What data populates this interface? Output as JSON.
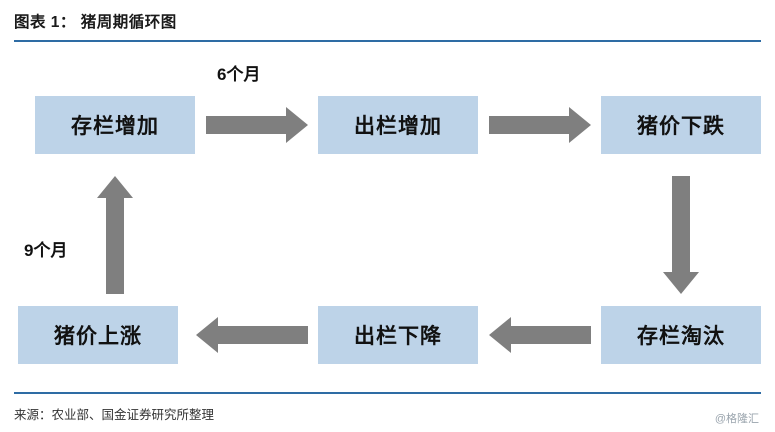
{
  "header": {
    "title": "图表 1： 猪周期循环图"
  },
  "footer": {
    "source": "来源：农业部、国金证券研究所整理",
    "watermark": "@格隆汇"
  },
  "colors": {
    "node_fill": "#bdd3e8",
    "arrow": "#7f7f7f",
    "rule": "#2e6ca4",
    "text": "#111111"
  },
  "diagram": {
    "type": "cycle-flowchart",
    "nodes": [
      {
        "id": "stock-up",
        "label": "存栏增加"
      },
      {
        "id": "slaughter-up",
        "label": "出栏增加"
      },
      {
        "id": "price-down",
        "label": "猪价下跌"
      },
      {
        "id": "stock-cull",
        "label": "存栏淘汰"
      },
      {
        "id": "slaughter-down",
        "label": "出栏下降"
      },
      {
        "id": "price-up",
        "label": "猪价上涨"
      }
    ],
    "edges": [
      {
        "from": "stock-up",
        "to": "slaughter-up",
        "direction": "right",
        "label": "6个月"
      },
      {
        "from": "slaughter-up",
        "to": "price-down",
        "direction": "right",
        "label": ""
      },
      {
        "from": "price-down",
        "to": "stock-cull",
        "direction": "down",
        "label": ""
      },
      {
        "from": "stock-cull",
        "to": "slaughter-down",
        "direction": "left",
        "label": ""
      },
      {
        "from": "slaughter-down",
        "to": "price-up",
        "direction": "left",
        "label": ""
      },
      {
        "from": "price-up",
        "to": "stock-up",
        "direction": "up",
        "label": "9个月"
      }
    ],
    "labels": {
      "six_months": "6个月",
      "nine_months": "9个月"
    }
  }
}
